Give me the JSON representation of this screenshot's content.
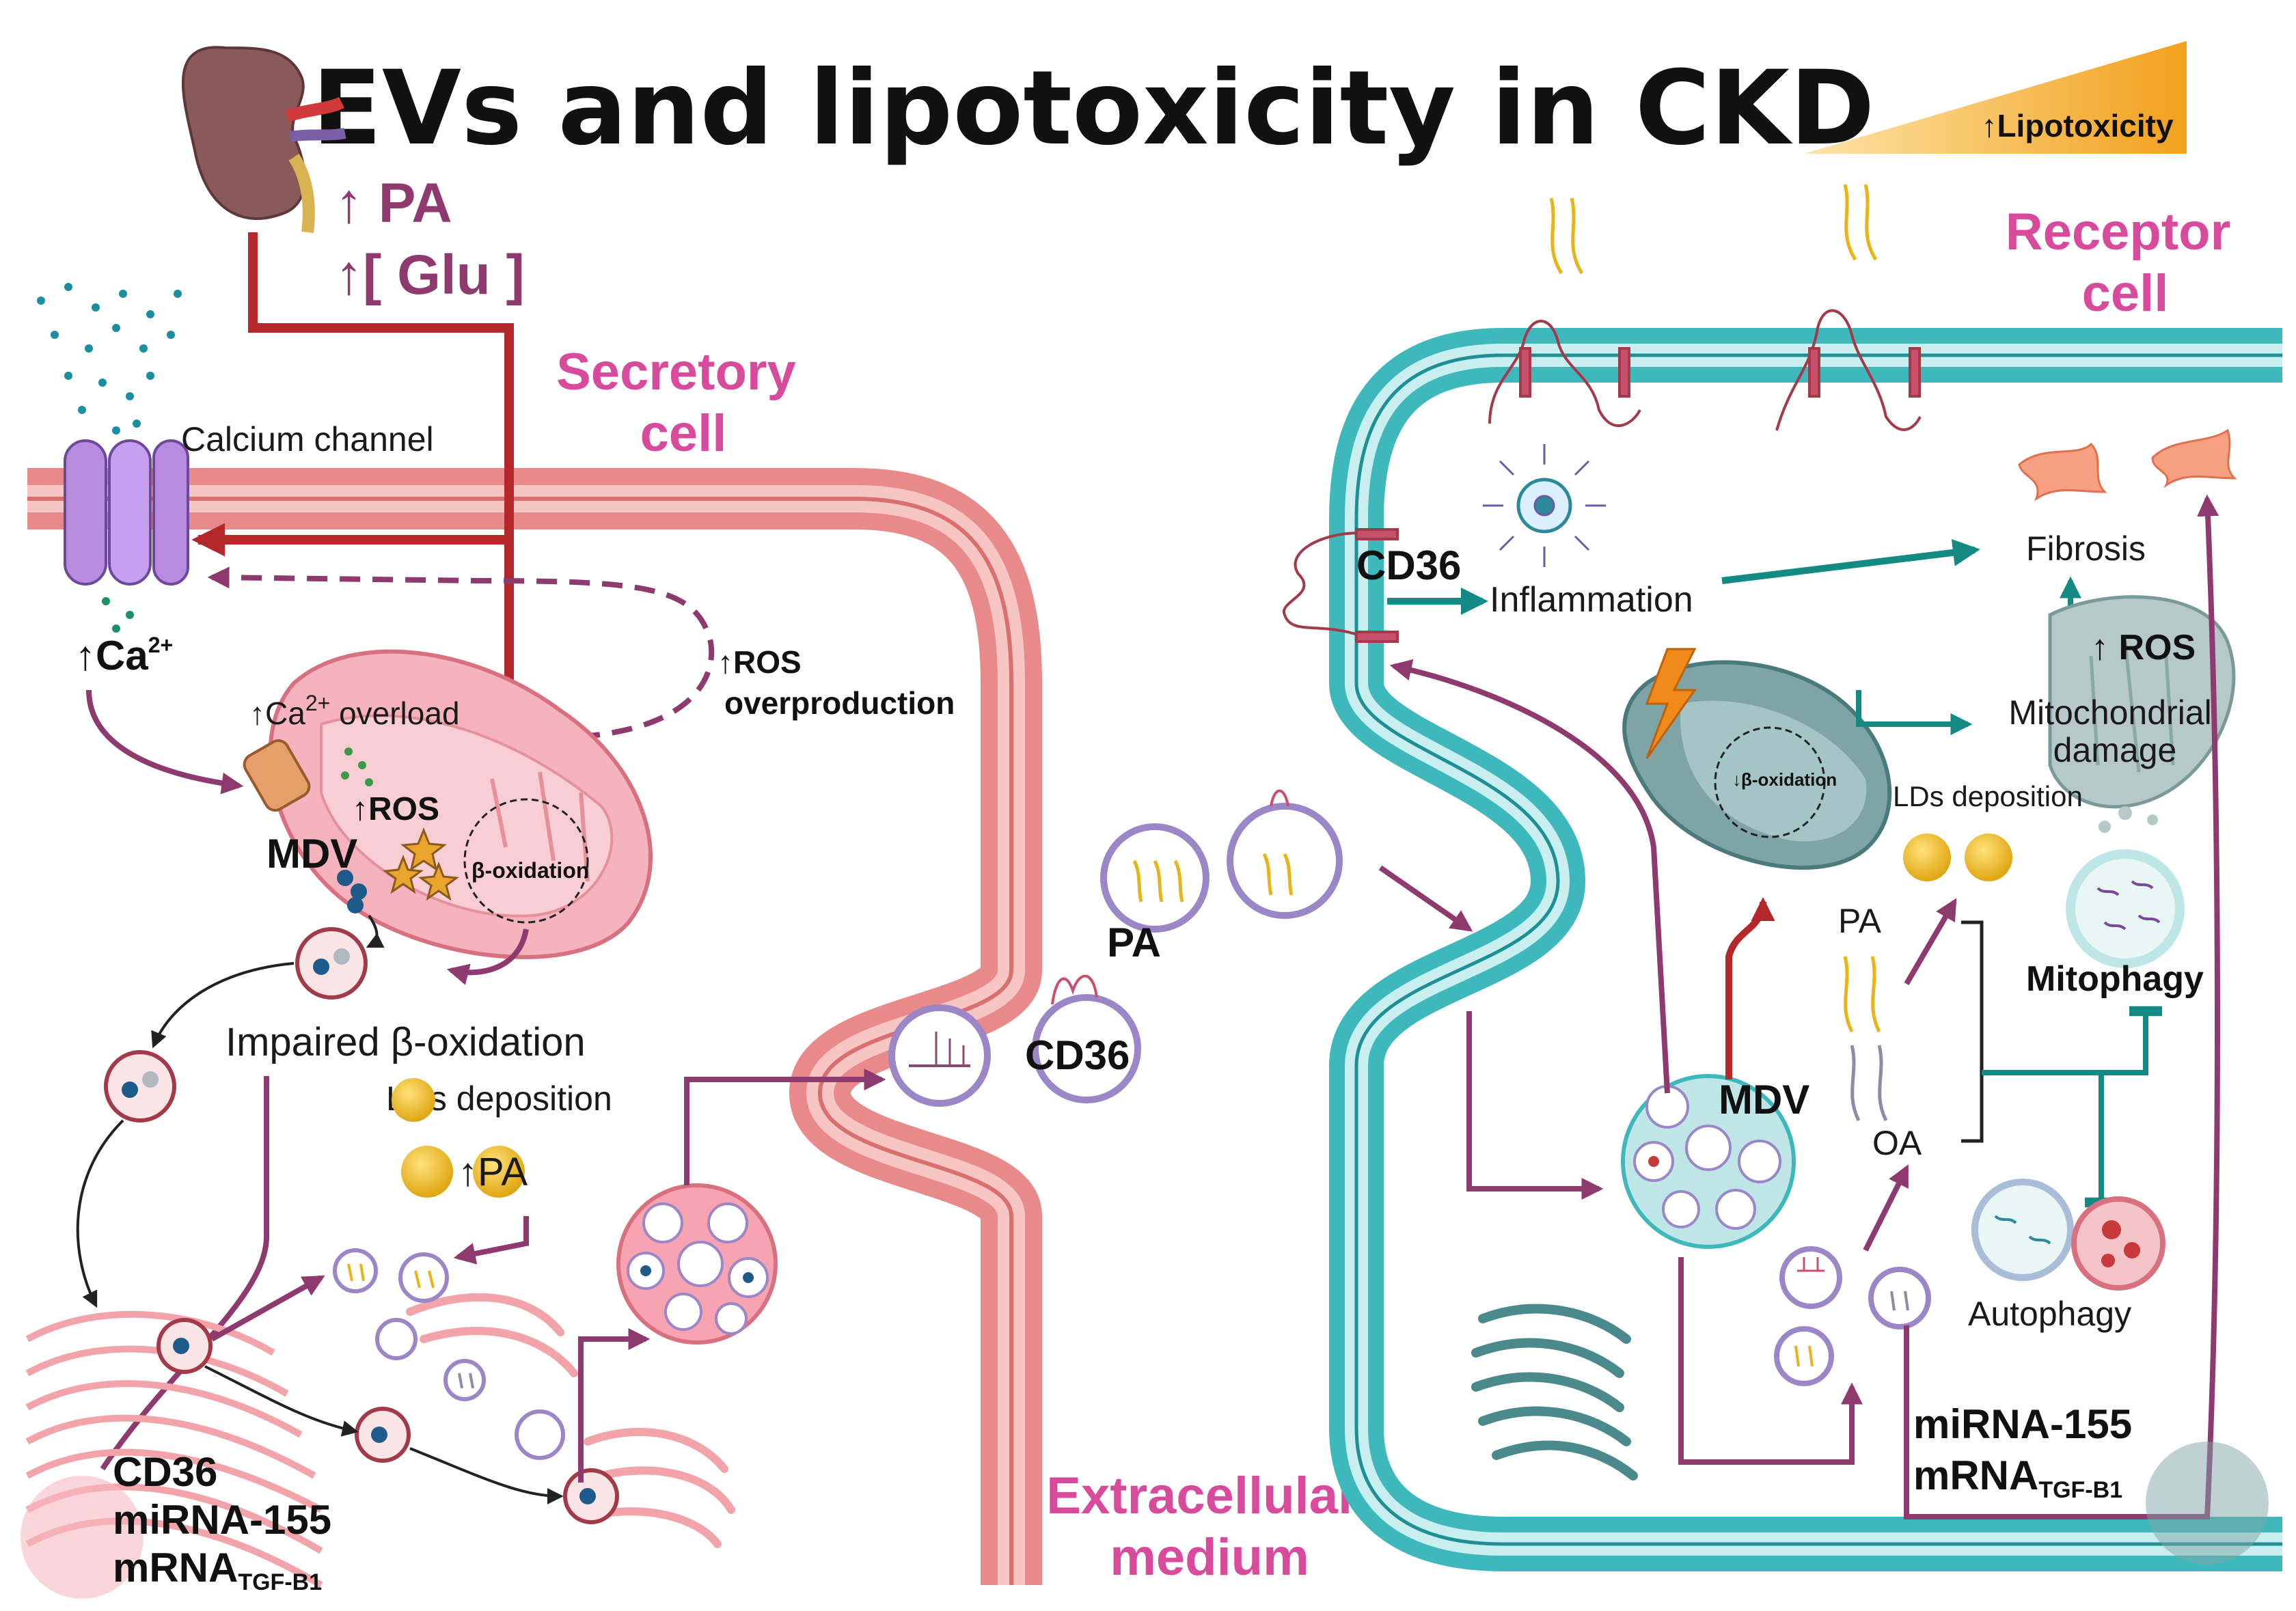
{
  "title": "EVs and lipotoxicity in CKD",
  "gradient_label": "↑Lipotoxicity",
  "kidney_labels": {
    "pa": "↑ PA",
    "glu": "↑[ Glu ]"
  },
  "compartments": {
    "secretory_line1": "Secretory",
    "secretory_line2": "cell",
    "receptor_line1": "Receptor",
    "receptor_line2": "cell",
    "extracellular_line1": "Extracellular",
    "extracellular_line2": "medium"
  },
  "secretory": {
    "calcium_channel": "Calcium channel",
    "ca_up": "↑Ca",
    "ca_sup": "2+",
    "ca_overload_prefix": "↑Ca",
    "ca_overload_sup": "2+",
    "ca_overload_suffix": " overload",
    "ros": "↑ROS",
    "mdv": "MDV",
    "beta_oxidation": "β-oxidation",
    "ros_over_line1": "↑ROS",
    "ros_over_line2": "overproduction",
    "impaired": "Impaired β-oxidation",
    "lds": "LDs deposition",
    "pa": "↑PA",
    "cargo_1": "CD36",
    "cargo_2": "miRNA-155",
    "cargo_3_main": "mRNA",
    "cargo_3_sub": "TGF-B1"
  },
  "extracellular": {
    "pa": "PA",
    "cd36": "CD36"
  },
  "receptor": {
    "cd36": "CD36",
    "inflammation": "Inflammation",
    "fibrosis": "Fibrosis",
    "ros": "↑ ROS",
    "mito_damage_line1": "Mitochondrial",
    "mito_damage_line2": "damage",
    "beta_oxidation": "↓β-oxidation",
    "lds": "LDs deposition",
    "pa": "PA",
    "oa": "OA",
    "mdv": "MDV",
    "mitophagy": "Mitophagy",
    "autophagy": "Autophagy",
    "cargo_1": "miRNA-155",
    "cargo_2_main": "mRNA",
    "cargo_2_sub": "TGF-B1"
  },
  "colors": {
    "secretory_membrane": "#e88a8a",
    "receptor_membrane": "#3fb8bb",
    "arrow_plum": "#8e3a6f",
    "arrow_teal": "#138a83",
    "arrow_red": "#b4282c",
    "label_magenta": "#d84a9c",
    "lipid_gold": "#e8b418"
  }
}
